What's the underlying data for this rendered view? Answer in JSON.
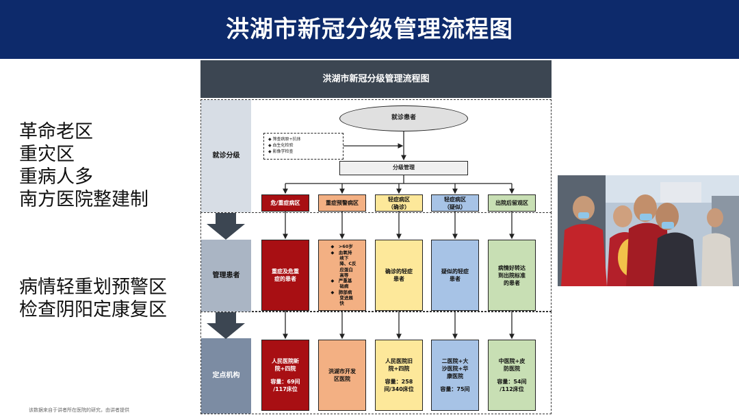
{
  "slide_title": "洪湖市新冠分级管理流程图",
  "left_points": {
    "group_a": [
      "革命老区",
      "重灾区",
      "重病人多",
      "南方医院整建制"
    ],
    "group_b": [
      "病情轻重划预警区",
      "检查阴阳定康复区"
    ]
  },
  "footnote": "该数据来自于讲者所在医院的研究，由讲者提供",
  "flowchart": {
    "title": "洪湖市新冠分级管理流程图",
    "stages": [
      "就诊分级",
      "管理患者",
      "定点机构"
    ],
    "start_node": "就诊患者",
    "checks": [
      "筛查病原+抗体",
      "血生化检验",
      "影像学检查"
    ],
    "grading_node": "分级管理",
    "zones": [
      {
        "lines": [
          "危/重症病区"
        ]
      },
      {
        "lines": [
          "重症预警病区"
        ]
      },
      {
        "lines": [
          "轻症病区",
          "（确诊）"
        ]
      },
      {
        "lines": [
          "轻症病区",
          "（疑似）"
        ]
      },
      {
        "lines": [
          "出院后留观区"
        ]
      }
    ],
    "patients": [
      {
        "lines": [
          "重症及危重",
          "症的患者"
        ]
      },
      {
        "bullets": [
          "◆　>60岁",
          "◆　血氧持",
          "　　续下",
          "　　降、C反",
          "　　应蛋白",
          "　　高等",
          "◆　严重基",
          "　　础病",
          "◆　肺部病",
          "　　变进展",
          "　　快"
        ]
      },
      {
        "lines": [
          "确诊的轻症",
          "患者"
        ]
      },
      {
        "lines": [
          "疑似的轻症",
          "患者"
        ]
      },
      {
        "lines": [
          "病情好转达",
          "到出院标准",
          "的患者"
        ]
      }
    ],
    "institutions": [
      {
        "name": [
          "人民医院新",
          "院+四院"
        ],
        "capacity": [
          "容量：69间",
          "/117床位"
        ]
      },
      {
        "name": [
          "洪湖市开发",
          "区医院"
        ],
        "capacity": []
      },
      {
        "name": [
          "人民医院旧",
          "院+四院"
        ],
        "capacity": [
          "容量：258",
          "间/340床位"
        ]
      },
      {
        "name": [
          "二医院+大",
          "沙医院+华",
          "康医院"
        ],
        "capacity": [
          "容量：75间"
        ]
      },
      {
        "name": [
          "中医院+皮",
          "防医院"
        ],
        "capacity": [
          "容量：54间",
          "/112床位"
        ]
      }
    ]
  },
  "colors": {
    "banner": "#0d2a6b",
    "panel_header": "#3c4652",
    "red": "#a80f13",
    "orange": "#f3b083",
    "yellow": "#fde89a",
    "blue": "#a7c3e6",
    "green": "#c8dfb4"
  }
}
